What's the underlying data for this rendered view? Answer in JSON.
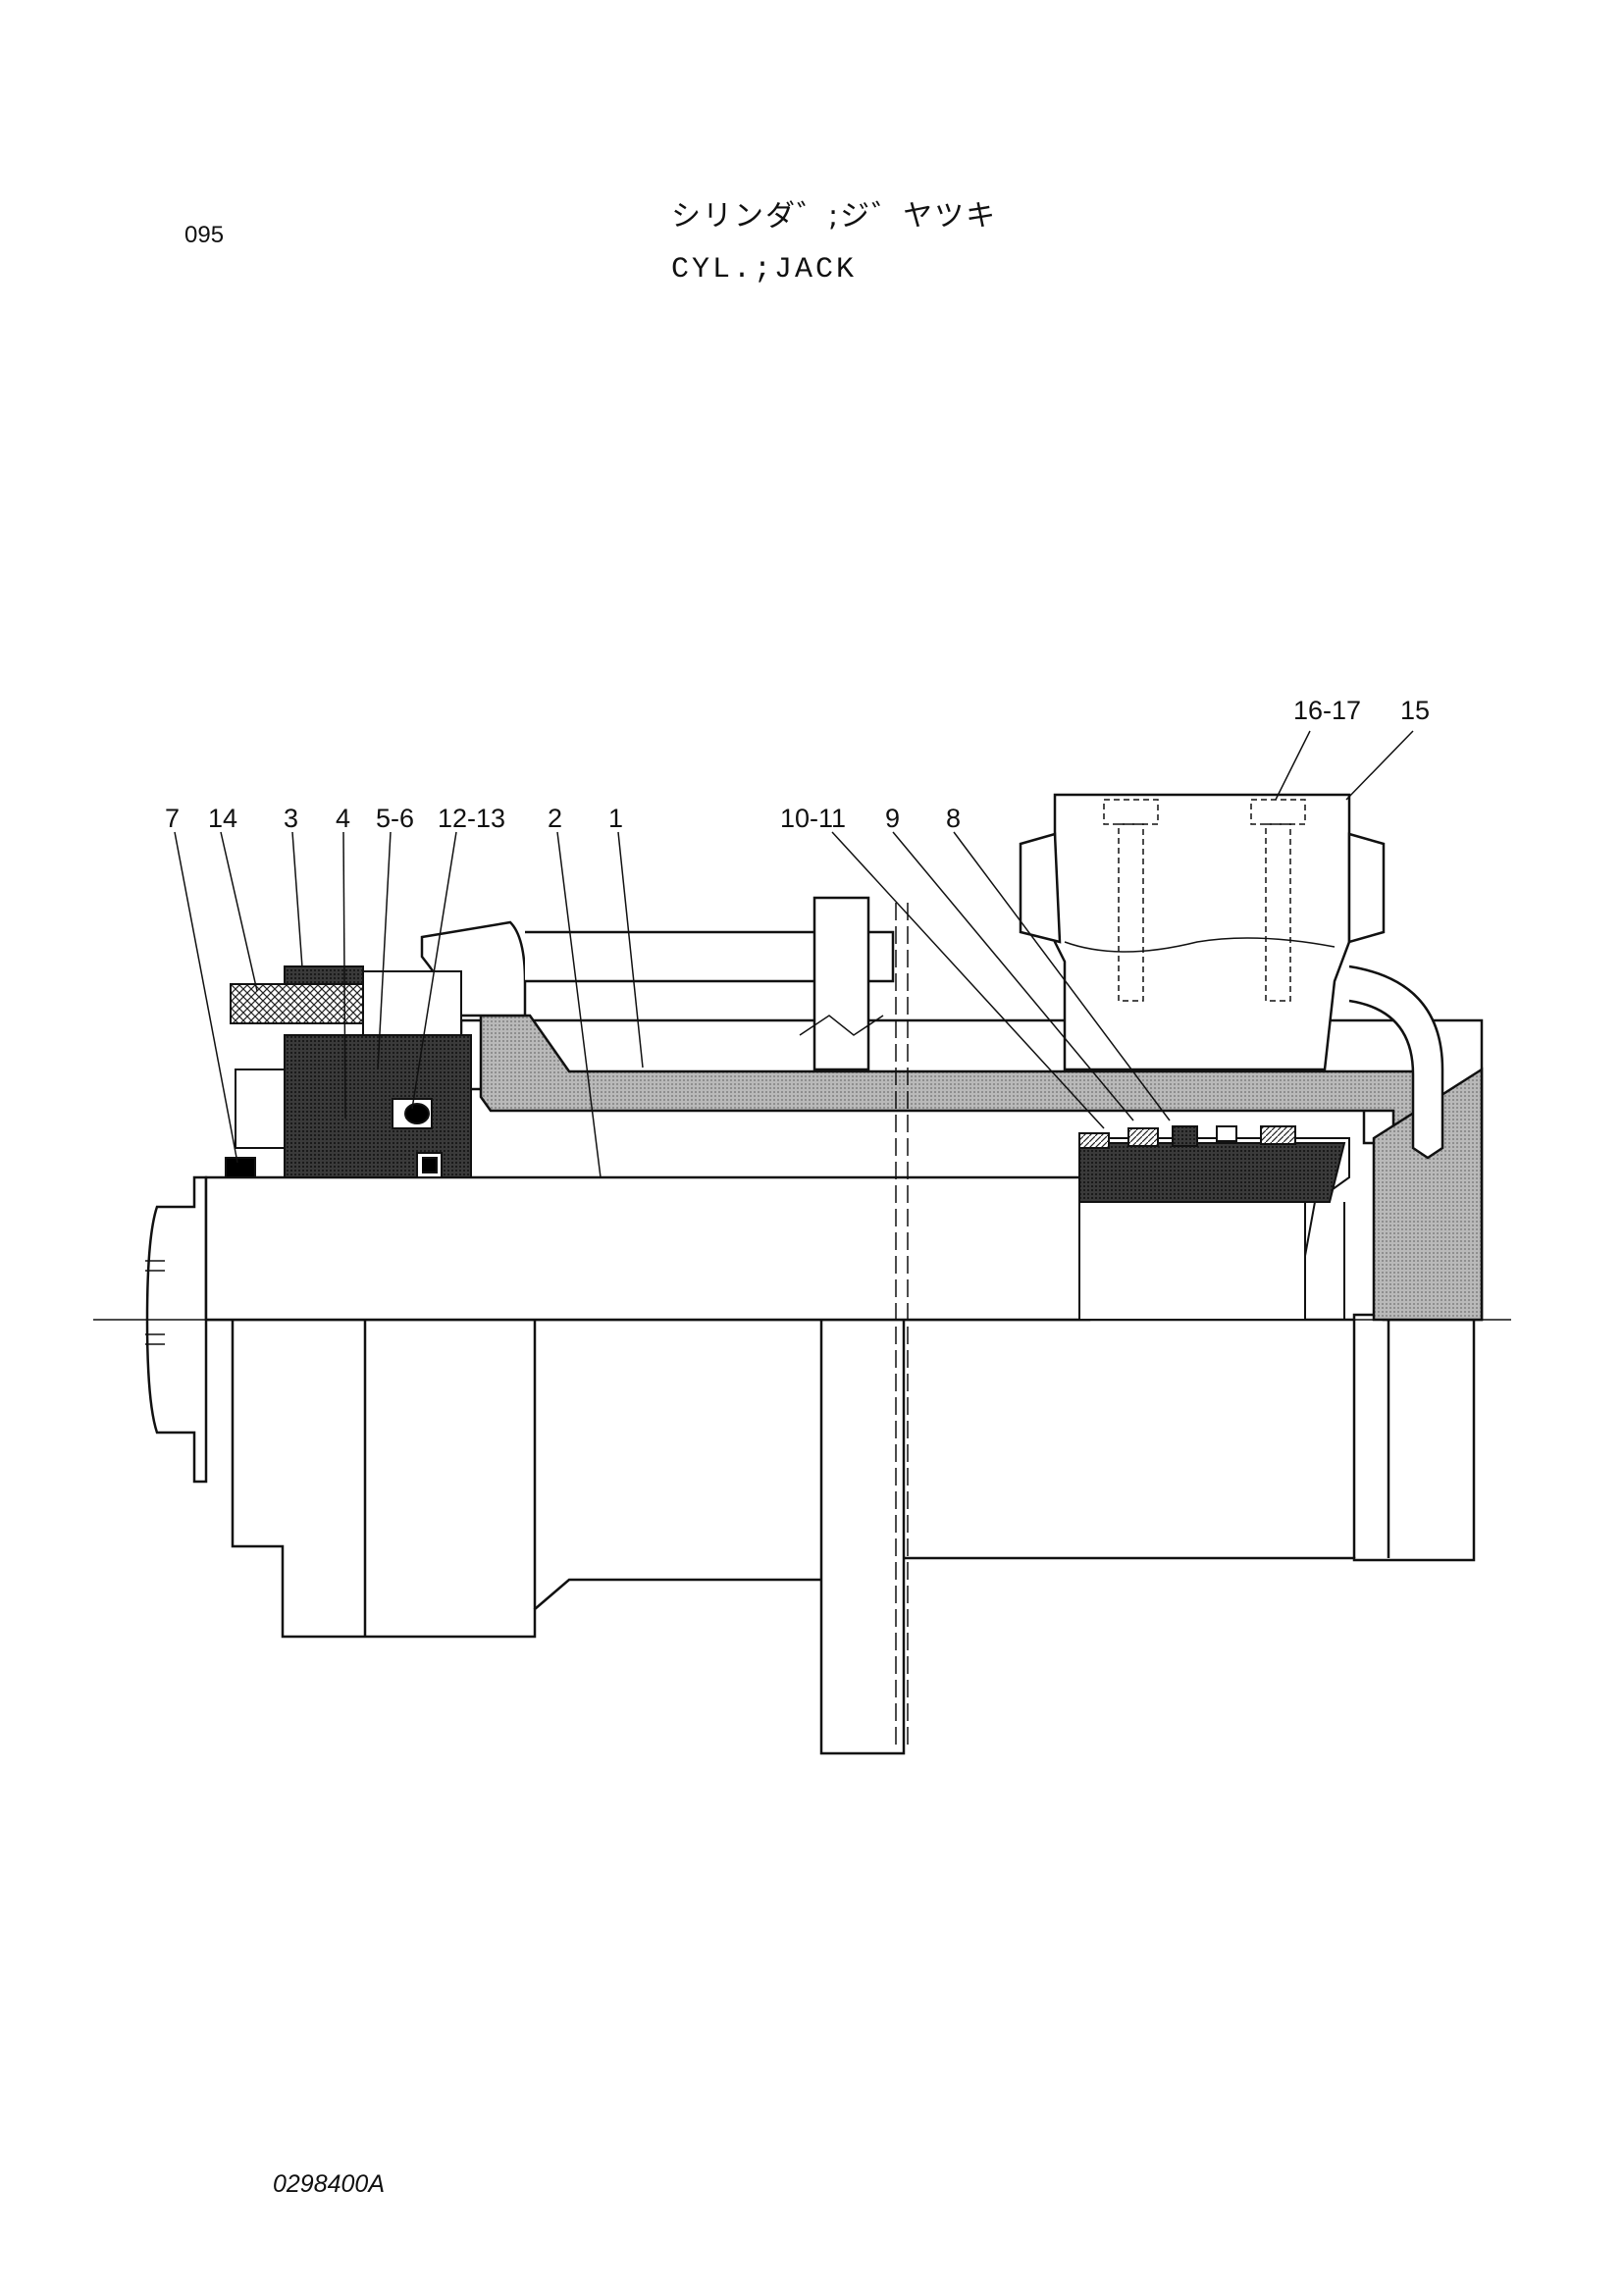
{
  "header": {
    "page_number": "095",
    "title_japanese": "シリンダ゛;ジ゛ヤツキ",
    "title_english": "CYL.;JACK"
  },
  "callouts": {
    "c7": "7",
    "c14": "14",
    "c3": "3",
    "c4": "4",
    "c5_6": "5-6",
    "c12_13": "12-13",
    "c2": "2",
    "c1": "1",
    "c10_11": "10-11",
    "c9": "9",
    "c8": "8",
    "c16_17": "16-17",
    "c15": "15"
  },
  "footer": {
    "drawing_code": "0298400A"
  }
}
